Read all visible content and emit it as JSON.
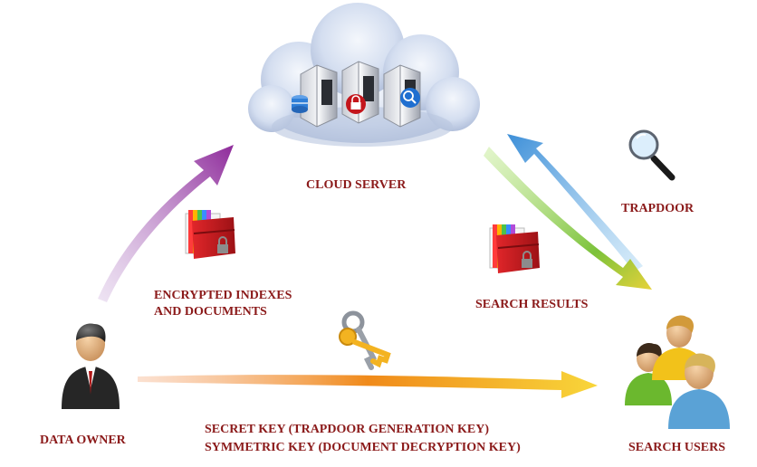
{
  "labels": {
    "cloud_server": "CLOUD SERVER",
    "trapdoor": "TRAPDOOR",
    "encrypted_line1": "ENCRYPTED INDEXES",
    "encrypted_line2": "AND DOCUMENTS",
    "search_results": "SEARCH RESULTS",
    "data_owner": "DATA OWNER",
    "search_users": "SEARCH USERS",
    "key_line1": "SECRET KEY (TRAPDOOR GENERATION KEY)",
    "key_line2": "SYMMETRIC KEY (DOCUMENT DECRYPTION KEY)"
  },
  "colors": {
    "label_text": "#8b1a1a",
    "upload_arrow": "#8e2a9a",
    "trapdoor_arrow": "#4aa3e0",
    "results_arrow": "#7cc23a",
    "key_arrow": "#f08a1a"
  },
  "icons": {
    "cloud": "cloud-icon",
    "servers": [
      "database-server-icon",
      "lock-server-icon",
      "search-server-icon"
    ],
    "magnifier": "magnifier-icon",
    "folder_lock": "locked-folder-icon",
    "keys": "keys-icon",
    "owner": "data-owner-person-icon",
    "users": "search-users-group-icon"
  }
}
